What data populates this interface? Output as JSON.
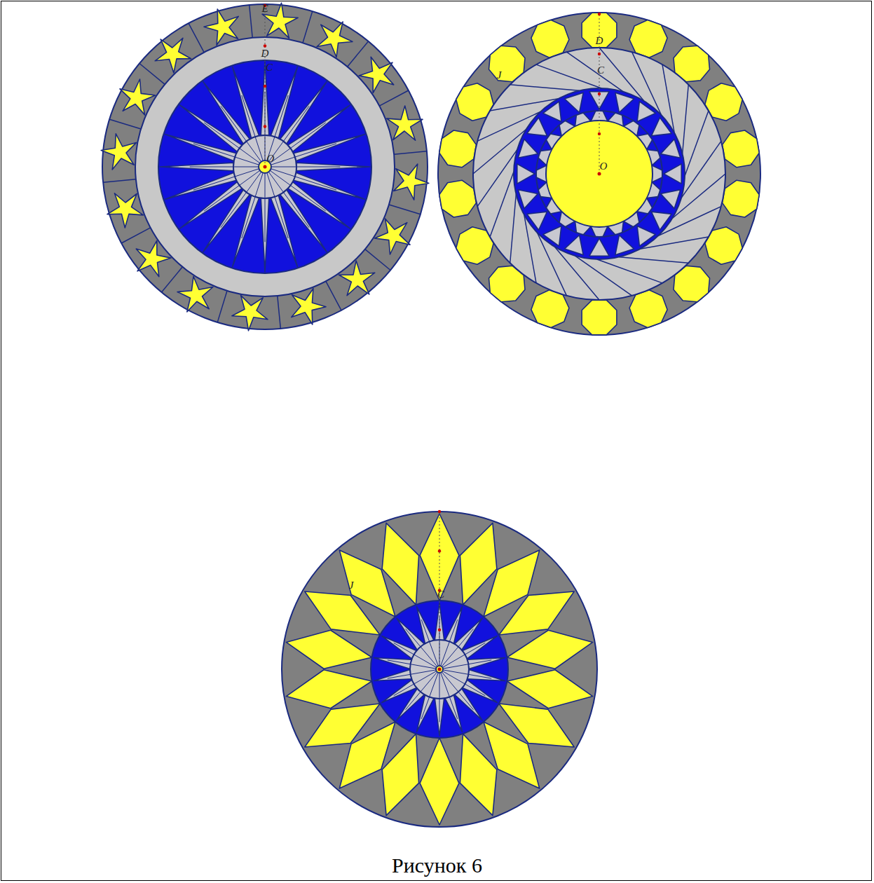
{
  "diagram": {
    "caption": "Рисунок 6",
    "labels": [
      "E",
      "D",
      "C",
      "O",
      "D",
      "C",
      "J",
      "O",
      "J",
      "C"
    ]
  }
}
